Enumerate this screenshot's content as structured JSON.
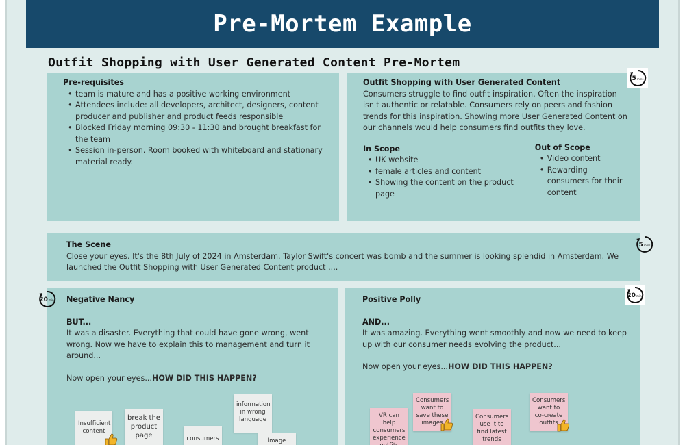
{
  "header": {
    "title": "Pre-Mortem Example"
  },
  "subtitle": "Outfit Shopping with User Generated Content Pre-Mortem",
  "prereq": {
    "title": "Pre-requisites",
    "items": [
      "team is mature and has a positive working environment",
      "Attendees include: all developers, architect, designers, content producer and publisher and product feeds responsible",
      "Blocked Friday morning 09:30 - 11:30 and brought breakfast for the team",
      "Session in-person. Room booked with whiteboard and stationary material ready."
    ]
  },
  "outfit": {
    "title": "Outfit Shopping with User Generated Content",
    "body": "Consumers struggle to find outfit inspiration. Often the inspiration isn't authentic or relatable. Consumers rely on peers and fashion trends for this inspiration. Showing more User Generated Content on our channels would  help consumers find outfits they love.",
    "in_scope": {
      "title": "In Scope",
      "items": [
        "UK website",
        "female articles and content",
        "Showing the content on the product page"
      ]
    },
    "out_scope": {
      "title": "Out of Scope",
      "items": [
        "Video content",
        "Rewarding consumers for their content"
      ]
    }
  },
  "scene": {
    "title": "The Scene",
    "body": "Close your eyes. It's the 8th July of 2024 in Amsterdam. Taylor Swift's concert was bomb and the summer is looking splendid in Amsterdam. We launched the Outfit Shopping with User Generated Content product ...."
  },
  "negative": {
    "title": "Negative Nancy",
    "lead": "BUT...",
    "body": "It was a disaster. Everything that could have gone wrong, went wrong. Now we have to explain this to management and turn it around...",
    "prompt_pre": "Now open your eyes...",
    "prompt_bold": "HOW DID THIS HAPPEN?",
    "notes": [
      "Insufficient content",
      "break the product page",
      "consumers",
      "information in wrong language",
      "Image"
    ]
  },
  "positive": {
    "title": "Positive Polly",
    "lead": "AND...",
    "body": "It was amazing. Everything went smoothly and now we need to keep up with our consumer needs evolving the product...",
    "prompt_pre": "Now open your eyes...",
    "prompt_bold": "HOW DID THIS HAPPEN?",
    "notes": [
      "VR can help consumers experience outfits",
      "Consumers want to save these images",
      "Consumers use it to find latest trends",
      "Consumers want to co-create outfits"
    ]
  },
  "timers": {
    "t1": "5",
    "t2": "5",
    "t3": "20",
    "t4": "20",
    "unit": "mins"
  },
  "colors": {
    "header": "#17496b",
    "board": "#dfeceb",
    "panel": "#a8d3d0",
    "note_white": "#eceeed",
    "note_pink": "#efc6cf",
    "thumb": "#f2b52a"
  }
}
